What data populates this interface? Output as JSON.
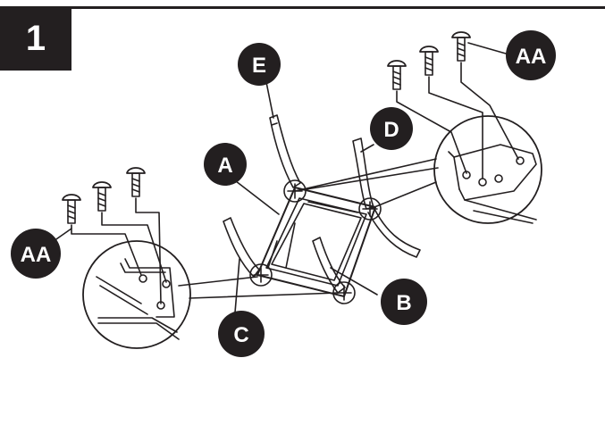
{
  "step": {
    "number": "1"
  },
  "labels": {
    "a": "A",
    "b": "B",
    "c": "C",
    "d": "D",
    "e": "E",
    "aa_left": "AA",
    "aa_right": "AA"
  },
  "colors": {
    "ink": "#231f20",
    "badge": "#231f20",
    "background": "#ffffff"
  }
}
